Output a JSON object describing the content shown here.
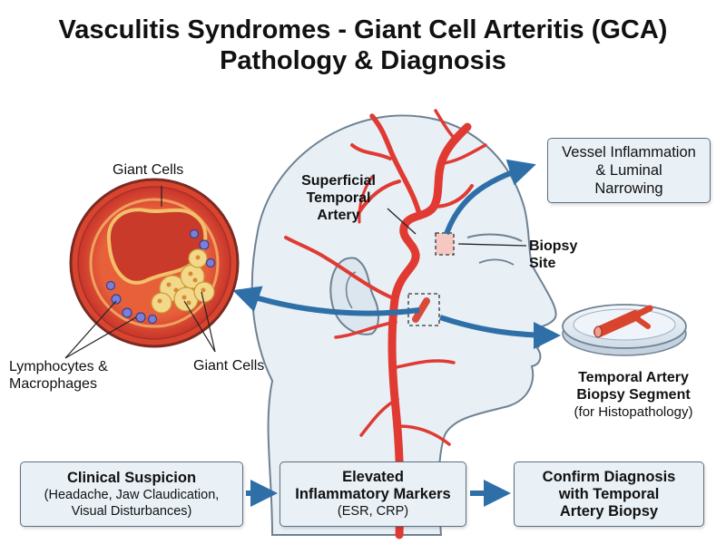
{
  "title": {
    "line1": "Vasculitis Syndromes - Giant Cell Arteritis (GCA)",
    "line2": "Pathology & Diagnosis"
  },
  "labels": {
    "giant_cells_top": "Giant Cells",
    "giant_cells_bottom": "Giant Cells",
    "lymphocytes": [
      "Lymphocytes &",
      "Macrophages"
    ],
    "artery": [
      "Superficial",
      "Temporal",
      "Artery"
    ],
    "biopsy_site": [
      "Biopsy",
      "Site"
    ],
    "biopsy_segment": [
      "Temporal Artery",
      "Biopsy Segment"
    ],
    "biopsy_segment_note": "(for Histopathology)"
  },
  "vessel_box": [
    "Vessel Inflammation",
    "& Luminal",
    "Narrowing"
  ],
  "flow": [
    {
      "heading": [
        "Clinical Suspicion"
      ],
      "sub": [
        "(Headache, Jaw Claudication,",
        "Visual Disturbances)"
      ]
    },
    {
      "heading": [
        "Elevated",
        "Inflammatory Markers"
      ],
      "sub": [
        "(ESR, CRP)"
      ]
    },
    {
      "heading": [
        "Confirm Diagnosis",
        "with Temporal",
        "Artery Biopsy"
      ],
      "sub": []
    }
  ],
  "colors": {
    "artery_red": "#e03a32",
    "arrow_blue": "#2f6fa8",
    "box_fill": "#e9f1f7",
    "head_fill": "#e8f0f6"
  }
}
